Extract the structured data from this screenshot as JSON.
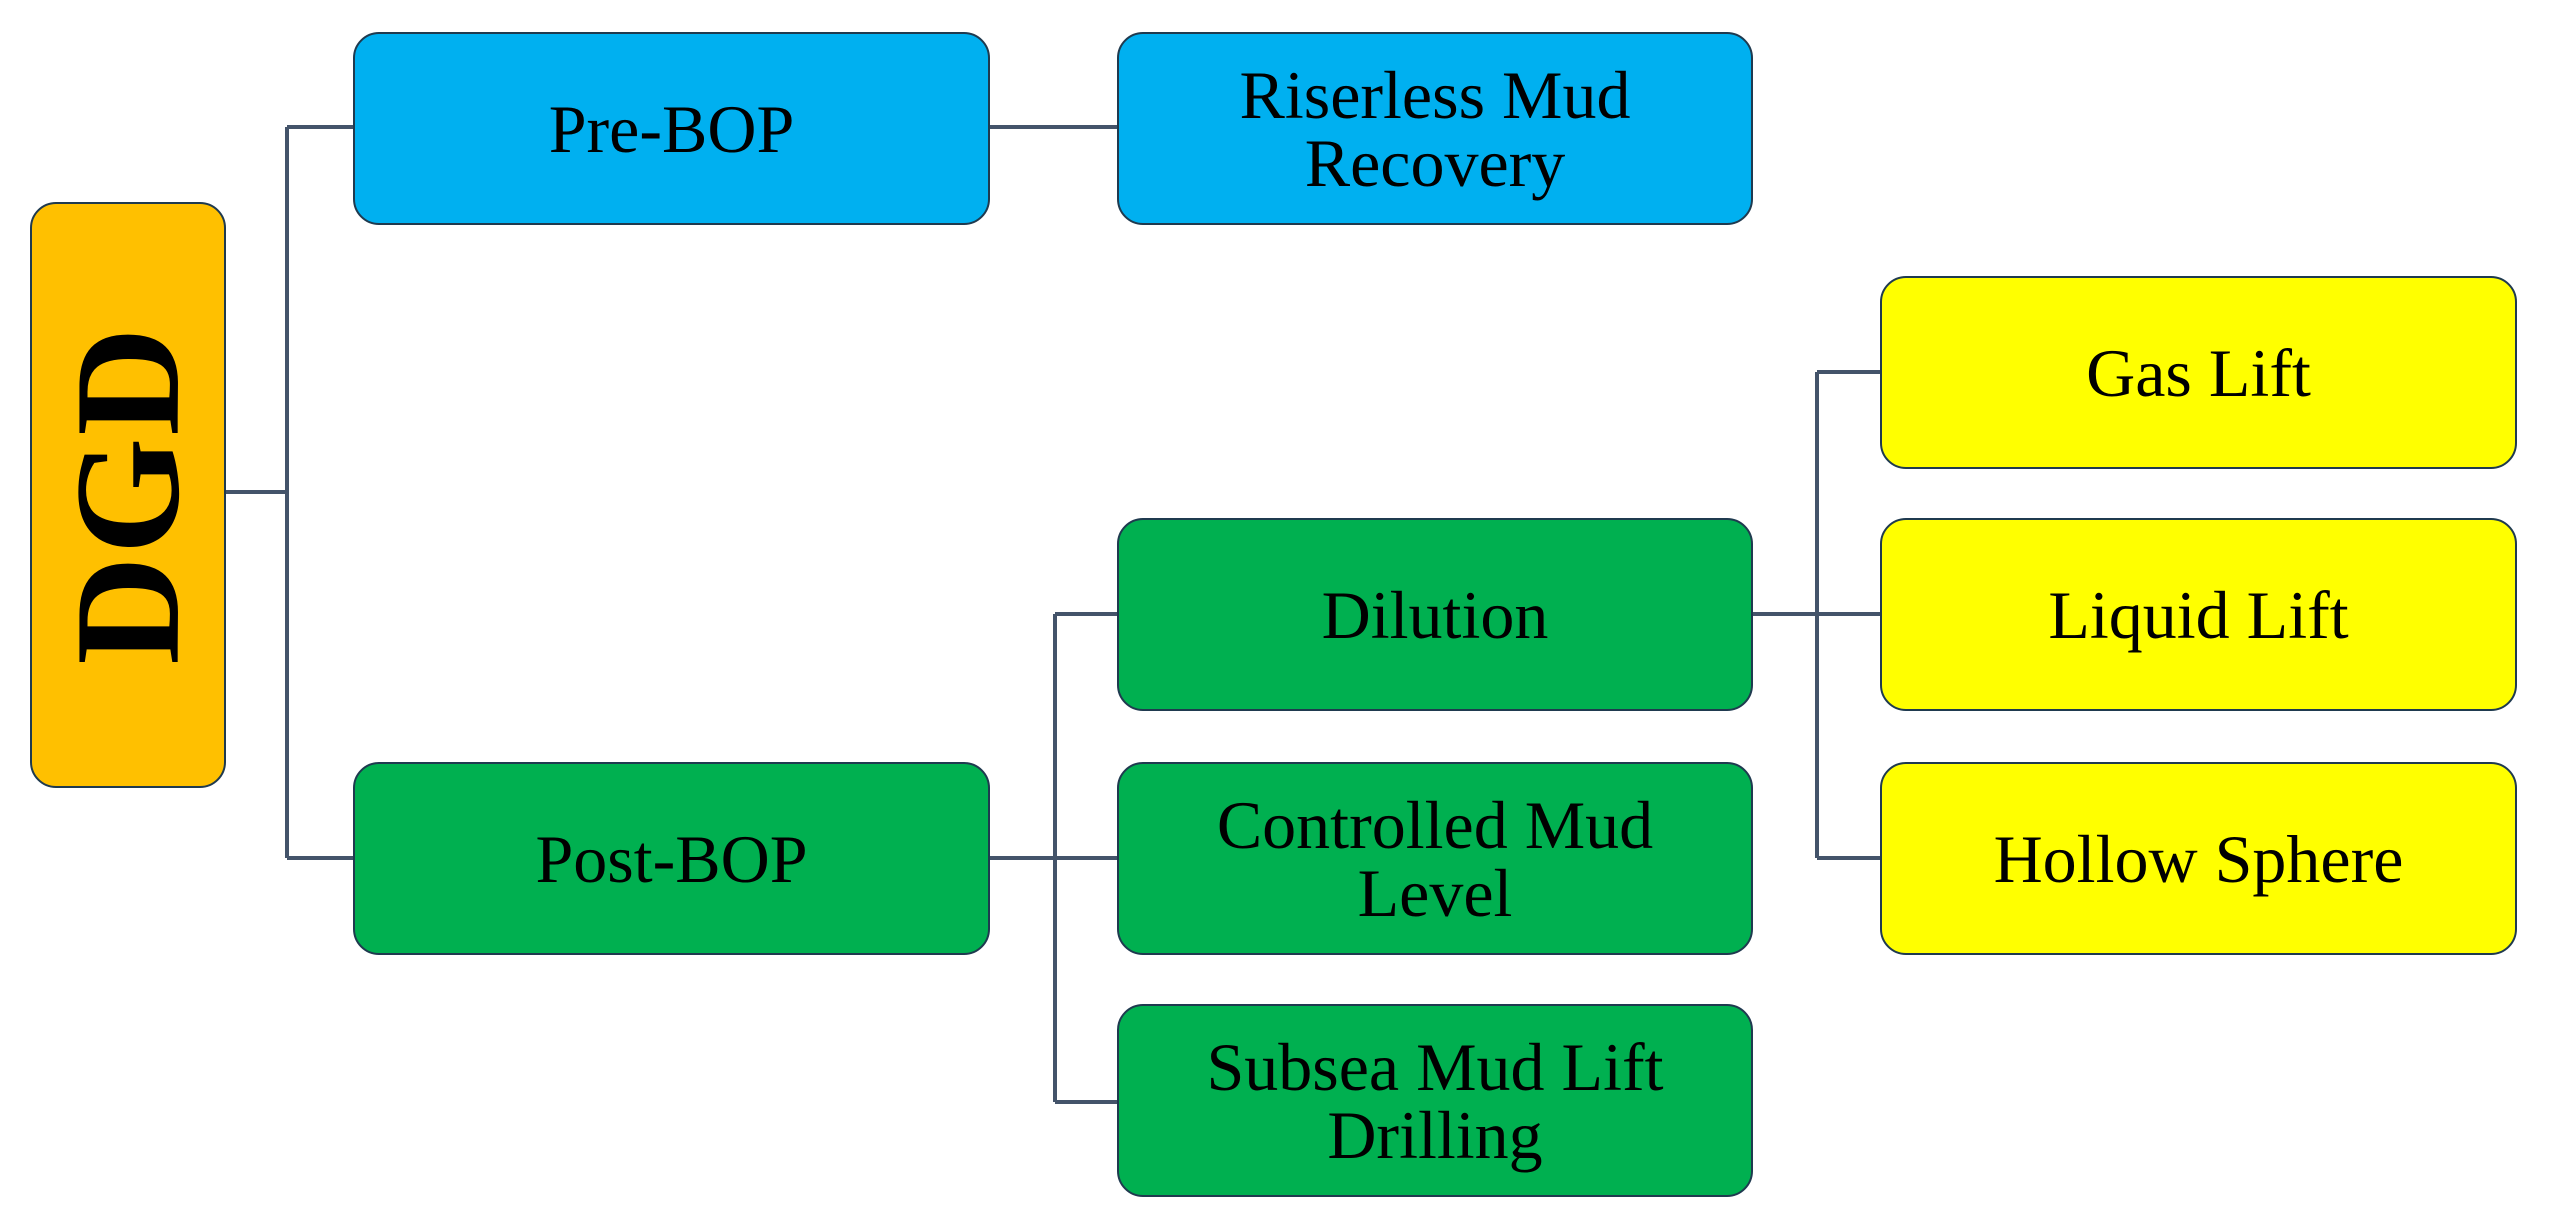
{
  "diagram": {
    "root": {
      "label": "DGD",
      "color": "#ffc000"
    },
    "level1": [
      {
        "label": "Pre-BOP",
        "color": "#00b0f0"
      },
      {
        "label": "Post-BOP",
        "color": "#00b050"
      }
    ],
    "pre_bop_children": [
      {
        "label": "Riserless Mud Recovery",
        "line1": "Riserless Mud",
        "line2": "Recovery",
        "color": "#00b0f0"
      }
    ],
    "post_bop_children": [
      {
        "label": "Dilution",
        "color": "#00b050"
      },
      {
        "label": "Controlled Mud Level",
        "line1": "Controlled Mud",
        "line2": "Level",
        "color": "#00b050"
      },
      {
        "label": "Subsea Mud Lift Drilling",
        "line1": "Subsea Mud Lift",
        "line2": "Drilling",
        "color": "#00b050"
      }
    ],
    "dilution_children": [
      {
        "label": "Gas Lift",
        "color": "#ffff00"
      },
      {
        "label": "Liquid Lift",
        "color": "#ffff00"
      },
      {
        "label": "Hollow Sphere",
        "color": "#ffff00"
      }
    ],
    "connector_color": "#44546a"
  }
}
